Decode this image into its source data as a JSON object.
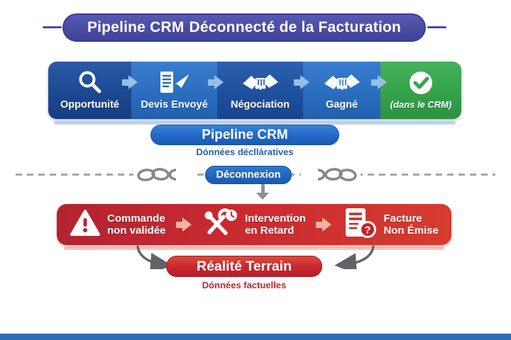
{
  "title": {
    "bold": "Pipeline CRM",
    "rest": "Déconnecté de la Facturation"
  },
  "pipeline": {
    "stages": [
      {
        "label": "Opportunité",
        "icon": "magnifier-icon"
      },
      {
        "label": "Devis Envoyé",
        "icon": "quote-sent-icon"
      },
      {
        "label": "Négociation",
        "icon": "handshake-icon"
      },
      {
        "label": "Gagné",
        "icon": "handshake-icon"
      },
      {
        "label": "(dans le CRM)",
        "icon": "check-circle-icon"
      }
    ],
    "pill_label": "Pipeline CRM",
    "caption": "Dónnées déclláratives"
  },
  "disconnect": {
    "pill_label": "Déconnexion"
  },
  "reality": {
    "items": [
      {
        "line1": "Commande",
        "line2": "non validée",
        "icon": "warning-triangle-icon"
      },
      {
        "line1": "Intervention",
        "line2": "en Retard",
        "icon": "tools-clock-icon"
      },
      {
        "line1": "Facture",
        "line2": "Non Émise",
        "icon": "invoice-question-icon"
      }
    ],
    "invoice_badge": "?",
    "pill_label": "Réalité Terrain",
    "caption": "Dónnées factuelles"
  },
  "colors": {
    "title_purple": "#4c4ea7",
    "pipeline_navy": "#1c4892",
    "pipeline_blue": "#2a6ec0",
    "success_green": "#35a24b",
    "crm_pill_blue": "#2268c4",
    "band_red": "#c9262f",
    "alert_red": "#c0232e",
    "caption_blue": "#2a5fae",
    "caption_red": "#c3262e",
    "divider_gray": "#a3a7ab",
    "chain_gray": "#85898d",
    "bottom_bar_blue": "#2d6cb6"
  }
}
